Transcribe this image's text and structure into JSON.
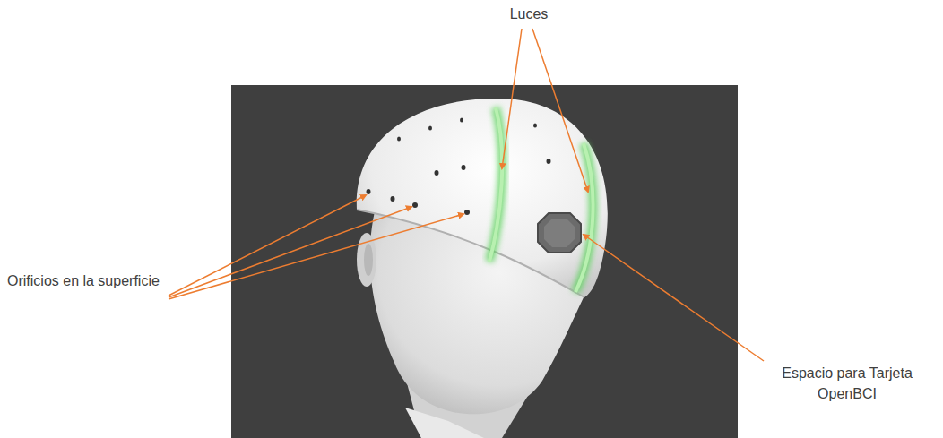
{
  "diagram": {
    "labels": [
      "Luces",
      "Orificios en la superficie",
      "Espacio para Tarjeta OpenBCI"
    ]
  }
}
